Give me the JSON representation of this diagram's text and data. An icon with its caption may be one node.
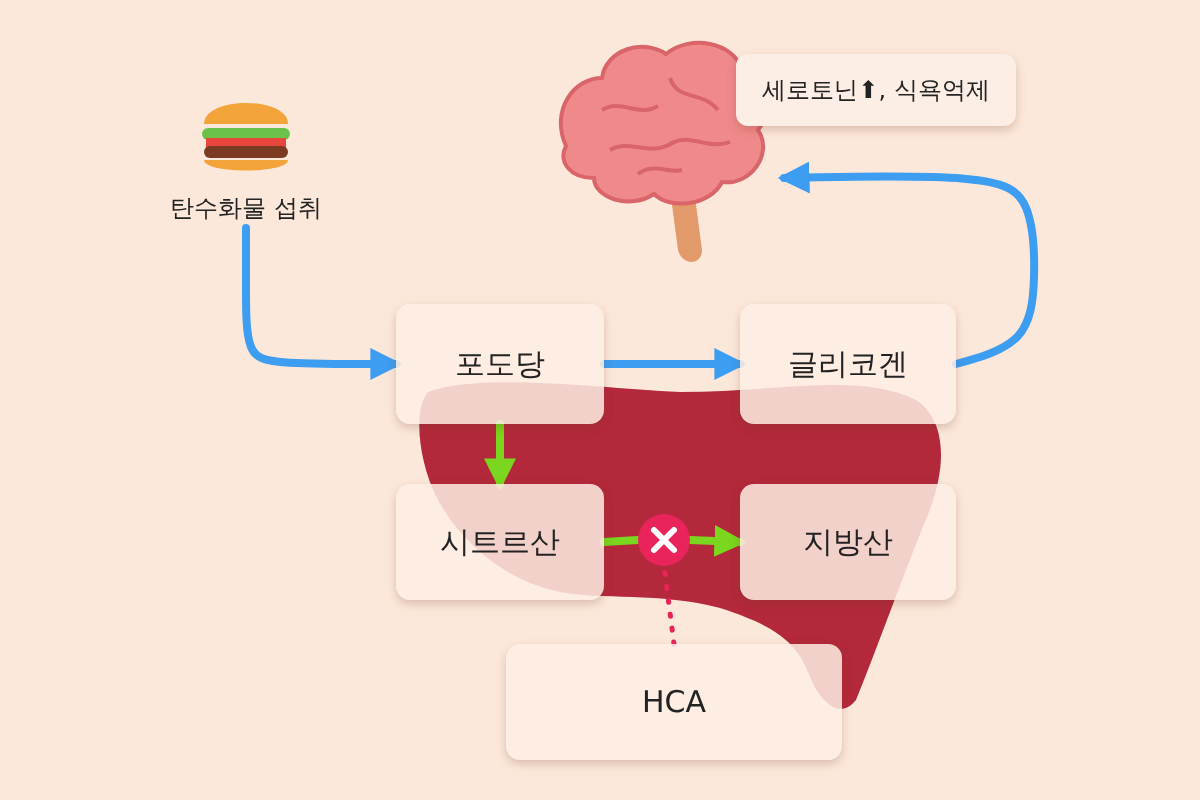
{
  "diagram": {
    "nodes": [
      {
        "text": [
          "탄수화물 섭취"
        ]
      },
      {
        "text": [],
        "shape": "picture"
      },
      {
        "text": [
          "세로토닌⬆, 식욕억제"
        ]
      },
      {
        "text": [
          "포도당"
        ]
      },
      {
        "text": [
          "글리코겐"
        ]
      },
      {
        "text": [
          "시트르산"
        ]
      },
      {
        "text": [],
        "shape": "circle"
      },
      {
        "text": [
          "지방산"
        ]
      },
      {
        "text": [
          "HCA"
        ]
      }
    ],
    "edges": [
      {
        "from": 0,
        "to": 3,
        "arrow": "to"
      },
      {
        "from": 3,
        "to": 4,
        "arrow": "to"
      },
      {
        "from": 4,
        "to": 1,
        "arrow": "to"
      },
      {
        "from": 3,
        "to": 5,
        "arrow": "to",
        "color": "#7ad61e"
      },
      {
        "from": 5,
        "to": 6,
        "arrow": "none",
        "color": "#7ad61e"
      },
      {
        "from": 6,
        "to": 7,
        "arrow": "to",
        "color": "#7ad61e"
      },
      {
        "from": 8,
        "to": 6,
        "arrow": "none",
        "style": "dashed",
        "color": "#e8245a"
      }
    ]
  }
}
